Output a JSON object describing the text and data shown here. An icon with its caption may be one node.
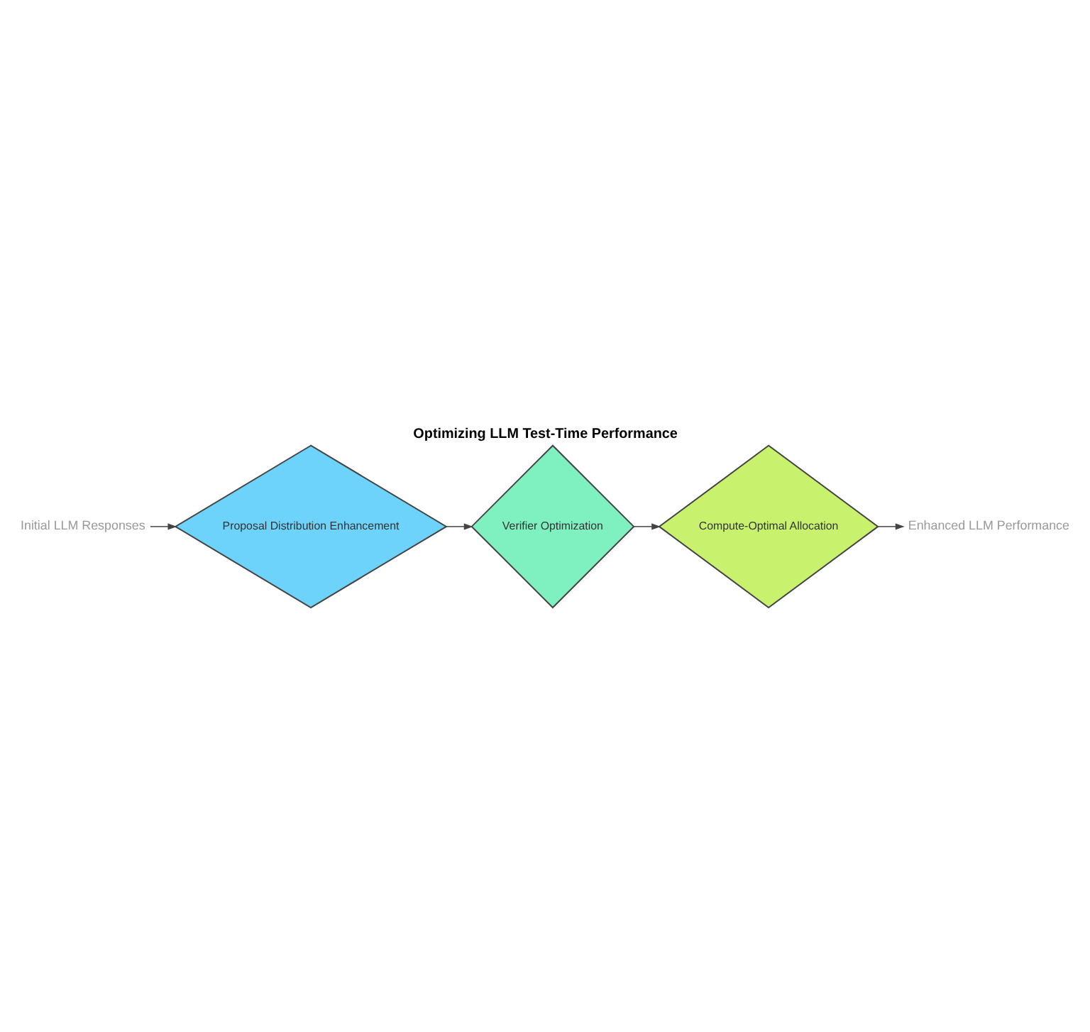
{
  "diagram": {
    "title": "Optimizing LLM Test-Time Performance",
    "nodes": [
      {
        "text": [
          "Initial LLM Responses"
        ]
      },
      {
        "text": [
          "Proposal Distribution Enhancement"
        ]
      },
      {
        "text": [
          "Verifier Optimization"
        ]
      },
      {
        "text": [
          "Compute-Optimal Allocation"
        ]
      },
      {
        "text": [
          "Enhanced LLM Performance"
        ]
      }
    ],
    "edges": [
      {
        "from": 0,
        "to": 1,
        "arrow": "to"
      },
      {
        "from": 1,
        "to": 2,
        "arrow": "to"
      },
      {
        "from": 2,
        "to": 3,
        "arrow": "to"
      },
      {
        "from": 3,
        "to": 4,
        "arrow": "to"
      }
    ]
  }
}
